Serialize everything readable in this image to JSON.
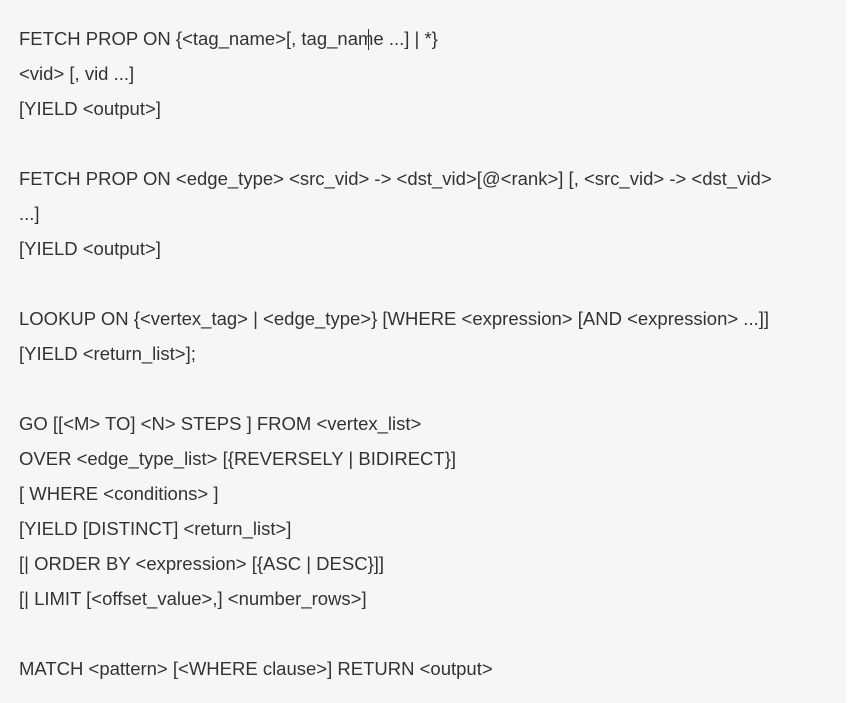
{
  "code_lines": [
    "FETCH PROP ON {<tag_name>[, tag_name ...] | *}",
    "<vid> [, vid ...]",
    "[YIELD <output>]",
    "",
    "FETCH PROP ON <edge_type> <src_vid> -> <dst_vid>[@<rank>] [, <src_vid> -> <dst_vid> ",
    "...]",
    "[YIELD <output>]",
    "",
    "LOOKUP ON {<vertex_tag> | <edge_type>} [WHERE <expression> [AND <expression> ...]]",
    "[YIELD <return_list>];",
    "",
    "GO [[<M> TO] <N> STEPS ] FROM <vertex_list>",
    "OVER <edge_type_list> [{REVERSELY | BIDIRECT}]",
    "[ WHERE <conditions> ]",
    "[YIELD [DISTINCT] <return_list>]",
    "[| ORDER BY <expression> [{ASC | DESC}]]",
    "[| LIMIT [<offset_value>,] <number_rows>]",
    "",
    "MATCH <pattern> [<WHERE clause>] RETURN <output>"
  ]
}
